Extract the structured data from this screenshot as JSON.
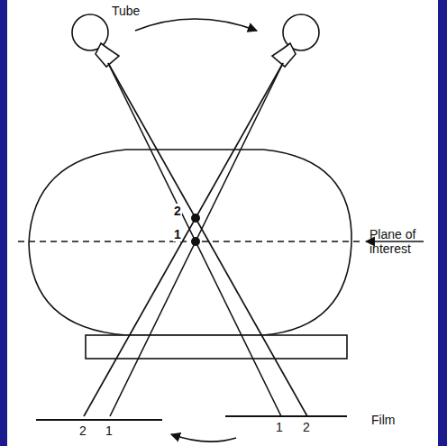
{
  "diagram": {
    "labels": [
      "Tube",
      "2",
      "1",
      "Plane of interest",
      "Film",
      "2",
      "1",
      "1",
      "2"
    ]
  }
}
